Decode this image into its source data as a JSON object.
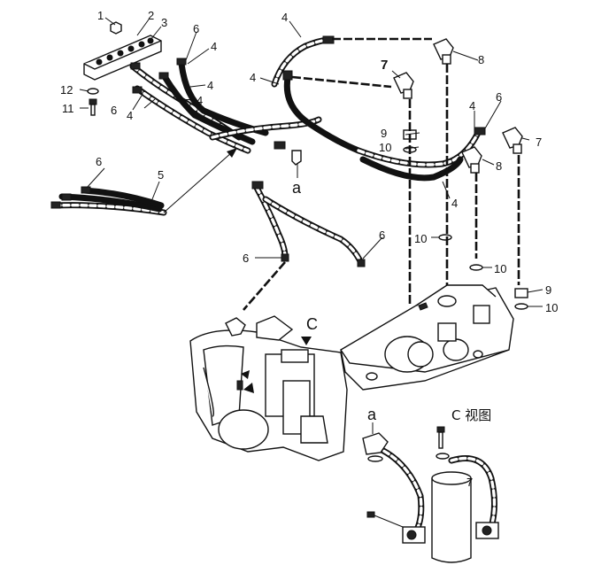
{
  "labels": {
    "n1": "1",
    "n2": "2",
    "n3": "3",
    "n4a": "4",
    "n4b": "4",
    "n4c": "4",
    "n4d": "4",
    "n4e": "4",
    "n4f": "4",
    "n4g": "4",
    "n4h": "4",
    "n5": "5",
    "n6a": "6",
    "n6b": "6",
    "n6c": "6",
    "n6d": "6",
    "n6e": "6",
    "n6f": "6",
    "n7a": "7",
    "n7b": "7",
    "n7c": "7",
    "n8a": "8",
    "n8b": "8",
    "n9a": "9",
    "n9b": "9",
    "n10a": "10",
    "n10b": "10",
    "n10c": "10",
    "n10d": "10",
    "n11": "11",
    "n12": "12",
    "a1": "a",
    "a2": "a",
    "c": "C",
    "c_view": "C 视图"
  }
}
